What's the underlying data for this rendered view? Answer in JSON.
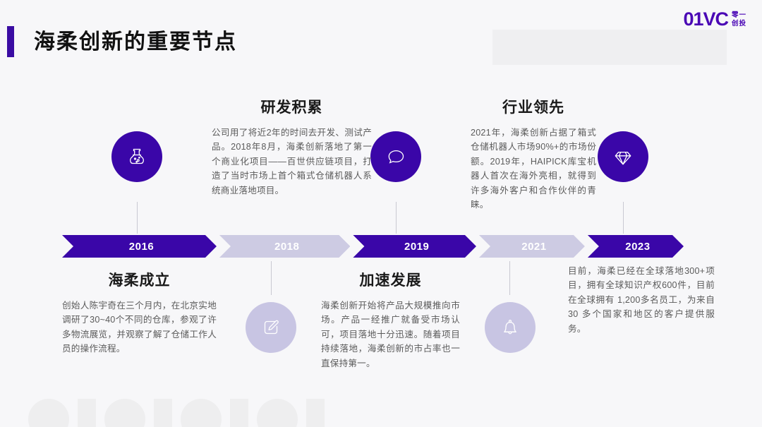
{
  "header": {
    "title": "海柔创新的重要节点",
    "accent_color": "#3a0ca3"
  },
  "logo": {
    "mark": "01VC",
    "sub_line1": "零一",
    "sub_line2": "创投",
    "color": "#4a07b5"
  },
  "timeline": {
    "colors": {
      "dark": "#3a06a8",
      "light": "#cdcbe3"
    },
    "segments": [
      {
        "year": "2016",
        "style": "dark"
      },
      {
        "year": "2018",
        "style": "light"
      },
      {
        "year": "2019",
        "style": "dark"
      },
      {
        "year": "2021",
        "style": "light"
      },
      {
        "year": "2023",
        "style": "dark"
      }
    ]
  },
  "icons": {
    "flask": "flask-icon",
    "speech": "speech-bubble-icon",
    "diamond": "diamond-icon",
    "edit": "edit-pencil-icon",
    "bell": "bell-icon"
  },
  "blocks": {
    "top_2018": {
      "heading": "研发积累",
      "body": "公司用了将近2年的时间去开发、测试产品。2018年8月，海柔创新落地了第一个商业化项目——百世供应链项目，打造了当时市场上首个箱式仓储机器人系统商业落地项目。"
    },
    "top_2021": {
      "heading": "行业领先",
      "body": "2021年，海柔创新占据了箱式仓储机器人市场90%+的市场份额。2019年，HAIPICK库宝机器人首次在海外亮相，就得到许多海外客户和合作伙伴的青睐。"
    },
    "bottom_2016": {
      "heading": "海柔成立",
      "body": "创始人陈宇奇在三个月内，在北京实地调研了30~40个不同的仓库，参观了许多物流展览，并观察了解了仓储工作人员的操作流程。"
    },
    "bottom_2019": {
      "heading": "加速发展",
      "body": "海柔创新开始将产品大规模推向市场。产品一经推广就备受市场认可，项目落地十分迅速。随着项目持续落地，海柔创新的市占率也一直保持第一。"
    },
    "bottom_2023": {
      "heading": "",
      "body": "目前，海柔已经在全球落地300+项目，拥有全球知识产权600件，目前在全球拥有 1,200多名员工，为来自 30 多个国家和地区的客户提供服务。"
    }
  }
}
